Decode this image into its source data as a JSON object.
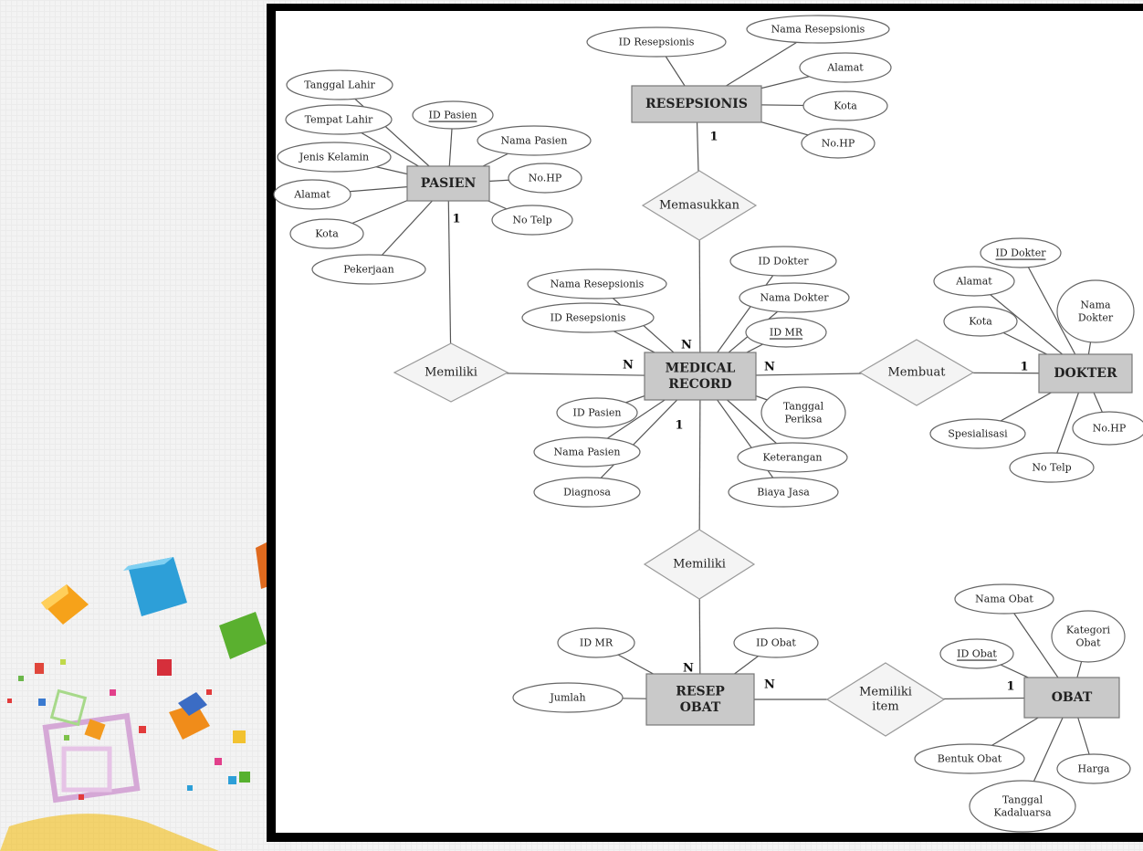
{
  "entities": [
    {
      "id": "resepsionis",
      "label": "RESEPSIONIS"
    },
    {
      "id": "pasien",
      "label": "PASIEN"
    },
    {
      "id": "medical_record",
      "lines": [
        "MEDICAL",
        "RECORD"
      ]
    },
    {
      "id": "dokter",
      "label": "DOKTER"
    },
    {
      "id": "resep_obat",
      "lines": [
        "RESEP",
        "OBAT"
      ]
    },
    {
      "id": "obat",
      "label": "OBAT"
    }
  ],
  "relationships": [
    {
      "id": "memasukkan",
      "lines": [
        "Memasukkan"
      ]
    },
    {
      "id": "memiliki_pasien",
      "lines": [
        "Memiliki"
      ]
    },
    {
      "id": "membuat",
      "lines": [
        "Membuat"
      ]
    },
    {
      "id": "memiliki_resep",
      "lines": [
        "Memiliki"
      ]
    },
    {
      "id": "memiliki_item",
      "lines": [
        "Memiliki",
        "item"
      ]
    }
  ],
  "attributes": [
    {
      "id": "a_res_id",
      "lines": [
        "ID Resepsionis"
      ],
      "key": false
    },
    {
      "id": "a_res_nama",
      "lines": [
        "Nama Resepsionis"
      ],
      "key": false
    },
    {
      "id": "a_res_alamat",
      "lines": [
        "Alamat"
      ],
      "key": false
    },
    {
      "id": "a_res_kota",
      "lines": [
        "Kota"
      ],
      "key": false
    },
    {
      "id": "a_res_nohp",
      "lines": [
        "No.HP"
      ],
      "key": false
    },
    {
      "id": "a_pas_tgl",
      "lines": [
        "Tanggal Lahir"
      ],
      "key": false
    },
    {
      "id": "a_pas_tempat",
      "lines": [
        "Tempat Lahir"
      ],
      "key": false
    },
    {
      "id": "a_pas_jk",
      "lines": [
        "Jenis Kelamin"
      ],
      "key": false
    },
    {
      "id": "a_pas_alamat",
      "lines": [
        "Alamat"
      ],
      "key": false
    },
    {
      "id": "a_pas_kota",
      "lines": [
        "Kota"
      ],
      "key": false
    },
    {
      "id": "a_pas_pekerjaan",
      "lines": [
        "Pekerjaan"
      ],
      "key": false
    },
    {
      "id": "a_pas_id",
      "lines": [
        "ID Pasien"
      ],
      "key": true
    },
    {
      "id": "a_pas_nama",
      "lines": [
        "Nama Pasien"
      ],
      "key": false
    },
    {
      "id": "a_pas_nohp",
      "lines": [
        "No.HP"
      ],
      "key": false
    },
    {
      "id": "a_pas_notelp",
      "lines": [
        "No Telp"
      ],
      "key": false
    },
    {
      "id": "a_mr_namares",
      "lines": [
        "Nama Resepsionis"
      ],
      "key": false
    },
    {
      "id": "a_mr_idres",
      "lines": [
        "ID Resepsionis"
      ],
      "key": false
    },
    {
      "id": "a_mr_iddok",
      "lines": [
        "ID Dokter"
      ],
      "key": false
    },
    {
      "id": "a_mr_namadok",
      "lines": [
        "Nama Dokter"
      ],
      "key": false
    },
    {
      "id": "a_mr_idmr",
      "lines": [
        "ID MR"
      ],
      "key": true
    },
    {
      "id": "a_mr_idpas",
      "lines": [
        "ID Pasien"
      ],
      "key": false
    },
    {
      "id": "a_mr_namapas",
      "lines": [
        "Nama Pasien"
      ],
      "key": false
    },
    {
      "id": "a_mr_diag",
      "lines": [
        "Diagnosa"
      ],
      "key": false
    },
    {
      "id": "a_mr_tgl",
      "lines": [
        "Tanggal",
        "Periksa"
      ],
      "key": false
    },
    {
      "id": "a_mr_ket",
      "lines": [
        "Keterangan"
      ],
      "key": false
    },
    {
      "id": "a_mr_biaya",
      "lines": [
        "Biaya Jasa"
      ],
      "key": false
    },
    {
      "id": "a_dok_id",
      "lines": [
        "ID Dokter"
      ],
      "key": true
    },
    {
      "id": "a_dok_alamat",
      "lines": [
        "Alamat"
      ],
      "key": false
    },
    {
      "id": "a_dok_nama",
      "lines": [
        "Nama",
        "Dokter"
      ],
      "key": false
    },
    {
      "id": "a_dok_kota",
      "lines": [
        "Kota"
      ],
      "key": false
    },
    {
      "id": "a_dok_spes",
      "lines": [
        "Spesialisasi"
      ],
      "key": false
    },
    {
      "id": "a_dok_nohp",
      "lines": [
        "No.HP"
      ],
      "key": false
    },
    {
      "id": "a_dok_notelp",
      "lines": [
        "No Telp"
      ],
      "key": false
    },
    {
      "id": "a_ro_idmr",
      "lines": [
        "ID MR"
      ],
      "key": false
    },
    {
      "id": "a_ro_idobat",
      "lines": [
        "ID Obat"
      ],
      "key": false
    },
    {
      "id": "a_ro_jumlah",
      "lines": [
        "Jumlah"
      ],
      "key": false
    },
    {
      "id": "a_ob_nama",
      "lines": [
        "Nama Obat"
      ],
      "key": false
    },
    {
      "id": "a_ob_kategori",
      "lines": [
        "Kategori",
        "Obat"
      ],
      "key": false
    },
    {
      "id": "a_ob_id",
      "lines": [
        "ID Obat"
      ],
      "key": true
    },
    {
      "id": "a_ob_bentuk",
      "lines": [
        "Bentuk Obat"
      ],
      "key": false
    },
    {
      "id": "a_ob_harga",
      "lines": [
        "Harga"
      ],
      "key": false
    },
    {
      "id": "a_ob_tgl",
      "lines": [
        "Tanggal",
        "Kadaluarsa"
      ],
      "key": false
    }
  ],
  "cardinalities": [
    {
      "id": "c_res_1",
      "label": "1"
    },
    {
      "id": "c_pas_1",
      "label": "1"
    },
    {
      "id": "c_mr_n_top",
      "label": "N"
    },
    {
      "id": "c_mr_n_left",
      "label": "N"
    },
    {
      "id": "c_mr_n_right",
      "label": "N"
    },
    {
      "id": "c_mr_1_bottom",
      "label": "1"
    },
    {
      "id": "c_dok_1",
      "label": "1"
    },
    {
      "id": "c_ro_n_top",
      "label": "N"
    },
    {
      "id": "c_ro_n_right",
      "label": "N"
    },
    {
      "id": "c_ob_1",
      "label": "1"
    }
  ]
}
